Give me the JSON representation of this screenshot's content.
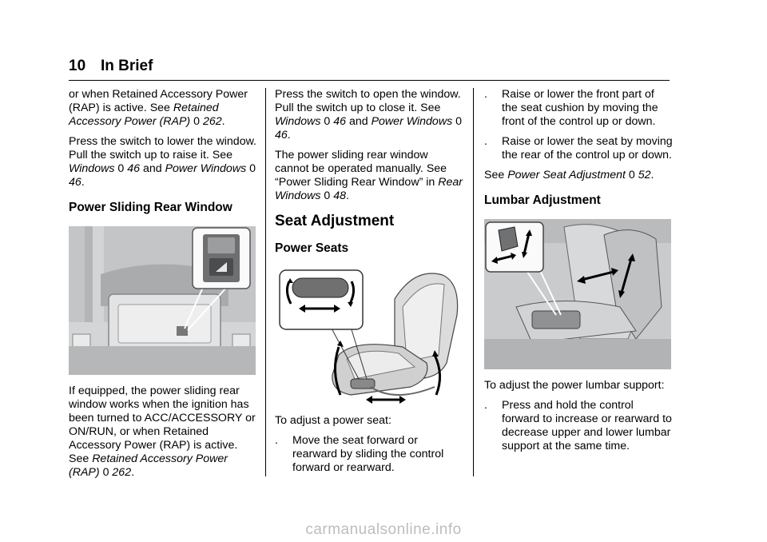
{
  "header": {
    "page_number": "10",
    "title": "In Brief"
  },
  "col1": {
    "p1_a": "or when Retained Accessory Power (RAP) is active. See ",
    "p1_link": "Retained Accessory Power (RAP)",
    "p1_ref": "262",
    "p2_a": "Press the switch to lower the window. Pull the switch up to raise it. See ",
    "p2_link1": "Windows",
    "p2_ref1": "46",
    "p2_and": " and ",
    "p2_link2": "Power Windows",
    "p2_ref2": "46",
    "heading": "Power Sliding Rear Window",
    "p3": "If equipped, the power sliding rear window works when the ignition has been turned to ACC/ACCESSORY or ON/RUN, or when Retained Accessory Power (RAP) is active.",
    "p3_see": "See ",
    "p3_link": "Retained Accessory Power (RAP)",
    "p3_ref": "262"
  },
  "col2": {
    "p1_a": "Press the switch to open the window. Pull the switch up to close it. See ",
    "p1_link1": "Windows",
    "p1_ref1": "46",
    "p1_and": " and ",
    "p1_link2": "Power Windows",
    "p1_ref2": "46",
    "p2_a": "The power sliding rear window cannot be operated manually. See “Power Sliding Rear Window” in ",
    "p2_link": "Rear Windows",
    "p2_ref": "48",
    "heading_main": "Seat Adjustment",
    "heading_sub": "Power Seats",
    "p3": "To adjust a power seat:",
    "bullet1": "Move the seat forward or rearward by sliding the control forward or rearward."
  },
  "col3": {
    "bullet1": "Raise or lower the front part of the seat cushion by moving the front of the control up or down.",
    "bullet2": "Raise or lower the seat by moving the rear of the control up or down.",
    "see": "See ",
    "see_link": "Power Seat Adjustment",
    "see_ref": "52",
    "heading": "Lumbar Adjustment",
    "p1": "To adjust the power lumbar support:",
    "bullet3": "Press and hold the control forward to increase or rearward to decrease upper and lower lumbar support at the same time."
  },
  "bullet_glyph": ".",
  "ref_glyph": "0",
  "period": ".",
  "watermark": "carmanualsonline.info"
}
